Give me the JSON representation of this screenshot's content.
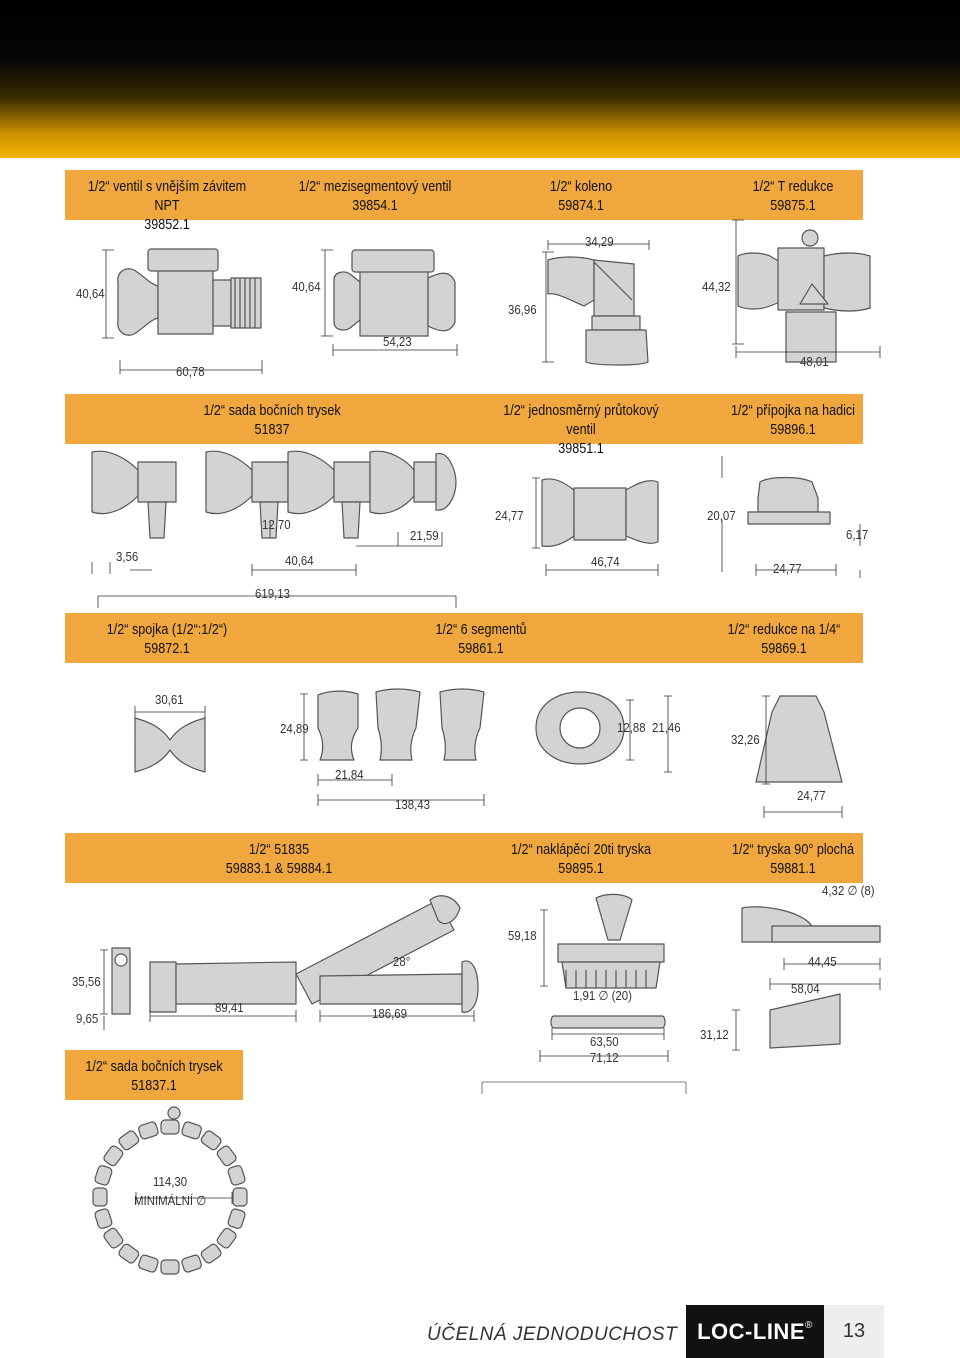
{
  "row1": [
    {
      "name": "1/2“ ventil s vnějším závitem NPT",
      "code": "39852.1"
    },
    {
      "name": "1/2“ mezisegmentový ventil",
      "code": "39854.1"
    },
    {
      "name": "1/2“ koleno",
      "code": "59874.1"
    },
    {
      "name": "1/2“ T redukce",
      "code": "59875.1"
    }
  ],
  "row1_dims": {
    "d1": "40,64",
    "d2": "60,78",
    "d3": "40,64",
    "d4": "54,23",
    "d5": "34,29",
    "d6": "36,96",
    "d7": "44,32",
    "d8": "48,01"
  },
  "row2": [
    {
      "name": "1/2“ sada bočních trysek",
      "code": "51837"
    },
    {
      "name": "1/2“ jednosměrný průtokový ventil",
      "code": "39851.1"
    },
    {
      "name": "1/2“ přípojka na hadici",
      "code": "59896.1"
    }
  ],
  "row2_dims": {
    "d1": "3,56",
    "d2": "12,70",
    "d3": "40,64",
    "d4": "21,59",
    "d5": "619,13",
    "d6": "24,77",
    "d7": "46,74",
    "d8": "20,07",
    "d9": "24,77",
    "d10": "6,17"
  },
  "row3": [
    {
      "name": "1/2“ spojka (1/2“:1/2“)",
      "code": "59872.1"
    },
    {
      "name": "1/2“ 6 segmentů",
      "code": "59861.1"
    },
    {
      "name": "1/2“ redukce na 1/4“",
      "code": "59869.1"
    }
  ],
  "row3_dims": {
    "d1": "30,61",
    "d2": "24,89",
    "d3": "21,84",
    "d4": "138,43",
    "d5": "12,88",
    "d6": "21,46",
    "d7": "32,26",
    "d8": "24,77"
  },
  "row4": [
    {
      "name": "1/2“ 51835",
      "code": "59883.1 & 59884.1"
    },
    {
      "name": "1/2“ naklápěcí 20ti tryska",
      "code": "59895.1"
    },
    {
      "name": "1/2“ tryska 90° plochá",
      "code": "59881.1"
    }
  ],
  "row4_dims": {
    "d1": "35,56",
    "d2": "9,65",
    "d3": "89,41",
    "d4": "28°",
    "d5": "186,69",
    "d6": "59,18",
    "d7": "1,91 ∅ (20)",
    "d8": "63,50",
    "d9": "71,12",
    "d10": "4,32 ∅ (8)",
    "d11": "44,45",
    "d12": "58,04",
    "d13": "31,12"
  },
  "row5": {
    "name": "1/2“ sada bočních trysek",
    "code": "51837.1"
  },
  "ring_dims": {
    "d1": "114,30",
    "d2": "MINIMÁLNÍ ∅"
  },
  "footer": {
    "slogan": "ÚČELNÁ JEDNODUCHOST",
    "brand": "LOC-LINE",
    "reg": "®",
    "page": "13"
  },
  "colors": {
    "accent": "#f0a73d",
    "part": "#d3d3d3",
    "outline": "#555555"
  }
}
